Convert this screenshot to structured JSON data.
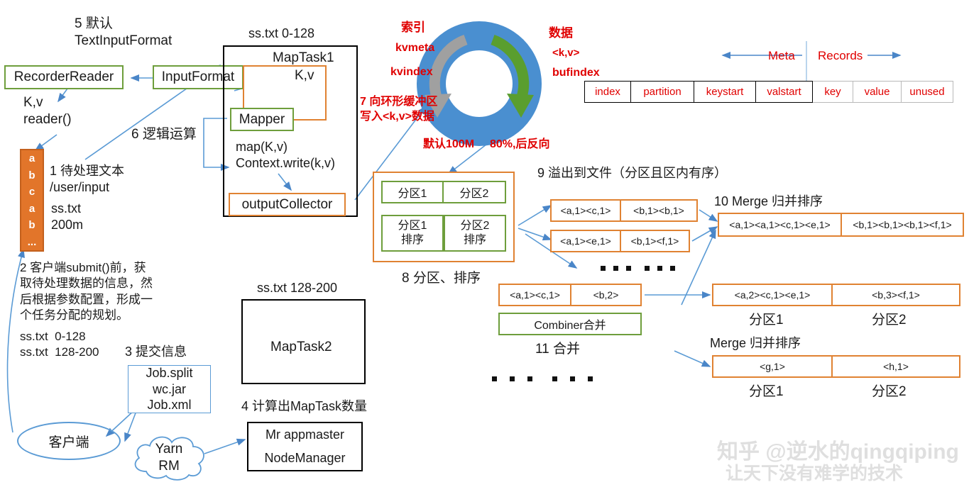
{
  "title": "MapReduce MapTask Shuffle Flow Diagram",
  "left": {
    "step5": "5 默认\nTextInputFormat",
    "recorder_reader": "RecorderReader",
    "input_format": "InputFormat",
    "kv_reader": "K,v\nreader()",
    "step6": "6 逻辑运算",
    "input_block_letters": [
      "a",
      "b",
      "c",
      "a",
      "b",
      "..."
    ],
    "step1": "1 待处理文本\n/user/input",
    "file_info": "ss.txt\n200m",
    "step2": "2 客户端submit()前，获\n取待处理数据的信息，然\n后根据参数配置，形成一\n个任务分配的规划。",
    "split1": "ss.txt  0-128",
    "split2": "ss.txt  128-200",
    "step3": "3 提交信息",
    "job_box": "Job.split\nwc.jar\nJob.xml",
    "client": "客户端",
    "yarn": "Yarn\nRM",
    "step4": "4 计算出MapTask数量",
    "appmaster": "Mr appmaster",
    "nodemanager": "NodeManager"
  },
  "maptask1": {
    "header": "ss.txt 0-128",
    "title": "MapTask1",
    "kv": "K,v",
    "mapper": "Mapper",
    "map_code": "map(K,v)\nContext.write(k,v)",
    "output_collector": "outputCollector"
  },
  "maptask2": {
    "header": "ss.txt 128-200",
    "title": "MapTask2"
  },
  "buffer": {
    "index_label": "索引",
    "kvmeta": "kvmeta",
    "kvindex": "kvindex",
    "data_label": "数据",
    "kv_pair": "<k,v>",
    "bufindex": "bufindex",
    "step7": "7 向环形缓冲区\n写入<k,v>数据",
    "default_size": "默认100M",
    "threshold": "80%,后反向"
  },
  "meta_table": {
    "meta_label": "Meta",
    "records_label": "Records",
    "cells": [
      "index",
      "partition",
      "keystart",
      "valstart",
      "key",
      "value",
      "unused"
    ]
  },
  "partition": {
    "row1": [
      "分区1",
      "分区2"
    ],
    "row2": [
      "分区1\n排序",
      "分区2\n排序"
    ],
    "caption": "8 分区、排序"
  },
  "spill": {
    "step9": "9 溢出到文件（分区且区内有序）",
    "file1": [
      "<a,1><c,1>",
      "<b,1><b,1>"
    ],
    "file2": [
      "<a,1><e,1>",
      "<b,1><f,1>"
    ]
  },
  "merge10": {
    "title": "10 Merge 归并排序",
    "cells": [
      "<a,1><a,1><c,1><e,1>",
      "<b,1><b,1><b,1><f,1>"
    ]
  },
  "combiner": {
    "row": [
      "<a,1><c,1>",
      "<b,2>"
    ],
    "label": "Combiner合并",
    "caption": "11 合并"
  },
  "merge_result": {
    "cells": [
      "<a,2><c,1><e,1>",
      "<b,3><f,1>"
    ],
    "partition_labels": [
      "分区1",
      "分区2"
    ],
    "title": "Merge 归并排序",
    "cells2": [
      "<g,1>",
      "<h,1>"
    ],
    "partition_labels2": [
      "分区1",
      "分区2"
    ]
  },
  "watermark": {
    "line1": "知乎 @逆水的qingqiping",
    "line2": "让天下没有难学的技术"
  },
  "colors": {
    "green": "#6e9e3c",
    "orange": "#e08232",
    "red": "#e00000",
    "blue": "#5b9bd5",
    "ring_blue": "#4a8fd0",
    "ring_green": "#5a9e2f",
    "ring_gray": "#9a9a9a",
    "block_orange": "#e2752a"
  }
}
